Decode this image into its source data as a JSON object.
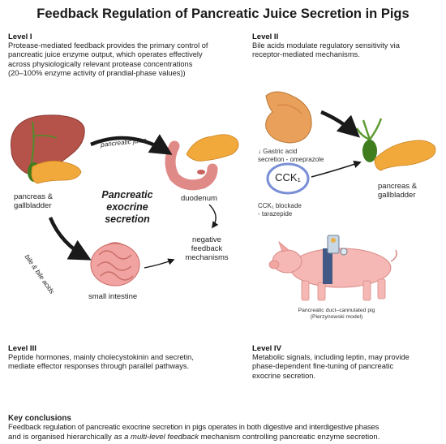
{
  "title": "Feedback Regulation of Pancreatic Juice Secretion in Pigs",
  "level1": {
    "heading": "Level I",
    "text_lines": [
      "Protease-mediated feedback provides the primary control of",
      "pancreatic juice enzyme output, which operates effectively",
      "across physiologically relevant protease concentrations",
      "(20–100% enzyme activity of prandial-phase values))"
    ]
  },
  "level2": {
    "heading": "Level II",
    "text_lines": [
      "Bile acids modulate regulatory sensitivity via",
      "receptor-mediated mechanisms."
    ]
  },
  "level3": {
    "heading": "Level III",
    "text_lines": [
      "Peptide hormones, mainly cholecystokinin and secretin,",
      "mediate effector responses through parallel pathways."
    ]
  },
  "level4": {
    "heading": "Level IV",
    "text_lines": [
      "Metabolic signals, including leptin, may provide",
      "phase-dependent fine-tuning of pancreatic",
      "exocrine secretion."
    ]
  },
  "diagram": {
    "pancreas_gallbladder_label": [
      "pancreas &",
      "gallbladder"
    ],
    "pancreatic_juice_label": "pancreatic juice",
    "duodenum_label": "duodenum",
    "center_title": [
      "Pancreatic",
      "exocrine",
      "secretion"
    ],
    "bile_label": "bile & bile acids",
    "small_intestine_label": "small intestine",
    "feedback_label": [
      "negative",
      "feedback",
      "mechanisms"
    ]
  },
  "right_diagram": {
    "gastric_label": [
      "↓ Gastric acid",
      "secretion - omeprazole"
    ],
    "cck_label": "CCK₁",
    "cck_blockade_label": [
      "CCK₁ blockade",
      "- tarazepide"
    ],
    "pancreas_gallbladder_label": [
      "pancreas &",
      "gallbladder"
    ],
    "pig_caption": [
      "Pancreatic duct–cannulated pig",
      "(Pierzynowski model)"
    ]
  },
  "key": {
    "heading": "Key conclusions",
    "line1": "Feedback regulation of pancreatic exocrine secretion in pigs operates in both digestive and interdigestive phases",
    "line2_pre": "and is organised hierarchically ",
    "line2_em": "as a multi-level feedback",
    "line2_post": " mechanism controlling pancreatic enzyme secretion."
  },
  "colors": {
    "liver": "#b5534a",
    "pancreas": "#f2a93b",
    "duodenum": "#e89090",
    "intestine": "#f0a3a0",
    "stomach": "#e9a05a",
    "pig": "#f5b8b4",
    "cck_ring": "#7a8fd6",
    "bile_green": "#5a9a2e",
    "arrow": "#1a1a1a"
  }
}
